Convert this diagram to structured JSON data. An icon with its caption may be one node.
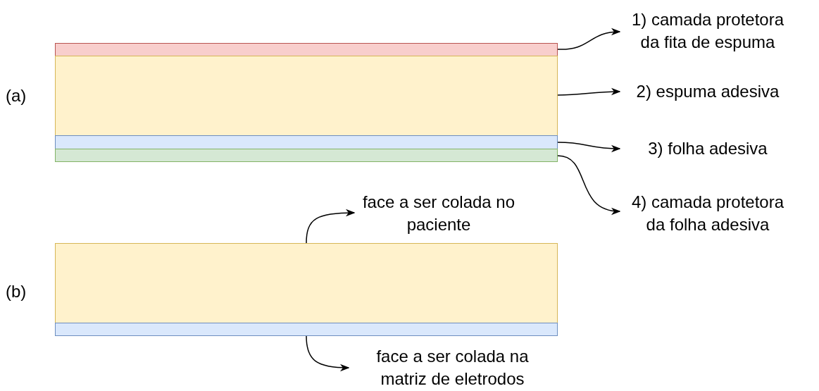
{
  "diagram": {
    "nodes": [
      {
        "text": [],
        "shape": "bar"
      },
      {
        "text": [
          "1) camada protetora da fita de espuma"
        ]
      },
      {
        "text": [],
        "shape": "bar"
      },
      {
        "text": [
          "2) espuma adesiva"
        ]
      },
      {
        "text": [],
        "shape": "bar"
      },
      {
        "text": [
          "3) folha adesiva"
        ]
      },
      {
        "text": [],
        "shape": "bar"
      },
      {
        "text": [
          "4) camada protetora da folha adesiva"
        ]
      },
      {
        "text": [
          "face a ser colada no paciente"
        ]
      },
      {
        "text": [],
        "shape": "bar"
      },
      {
        "text": [],
        "shape": "bar"
      },
      {
        "text": [
          "face a ser colada na matriz de eletrodos"
        ]
      }
    ],
    "edges": [
      {
        "from": 0,
        "to": 1,
        "arrow": "to"
      },
      {
        "from": 2,
        "to": 3,
        "arrow": "to"
      },
      {
        "from": 4,
        "to": 5,
        "arrow": "to"
      },
      {
        "from": 6,
        "to": 7,
        "arrow": "to"
      },
      {
        "from": 9,
        "to": 8,
        "arrow": "to"
      },
      {
        "from": 10,
        "to": 11,
        "arrow": "to"
      }
    ],
    "labels": [
      "(a)",
      "(b)"
    ]
  }
}
